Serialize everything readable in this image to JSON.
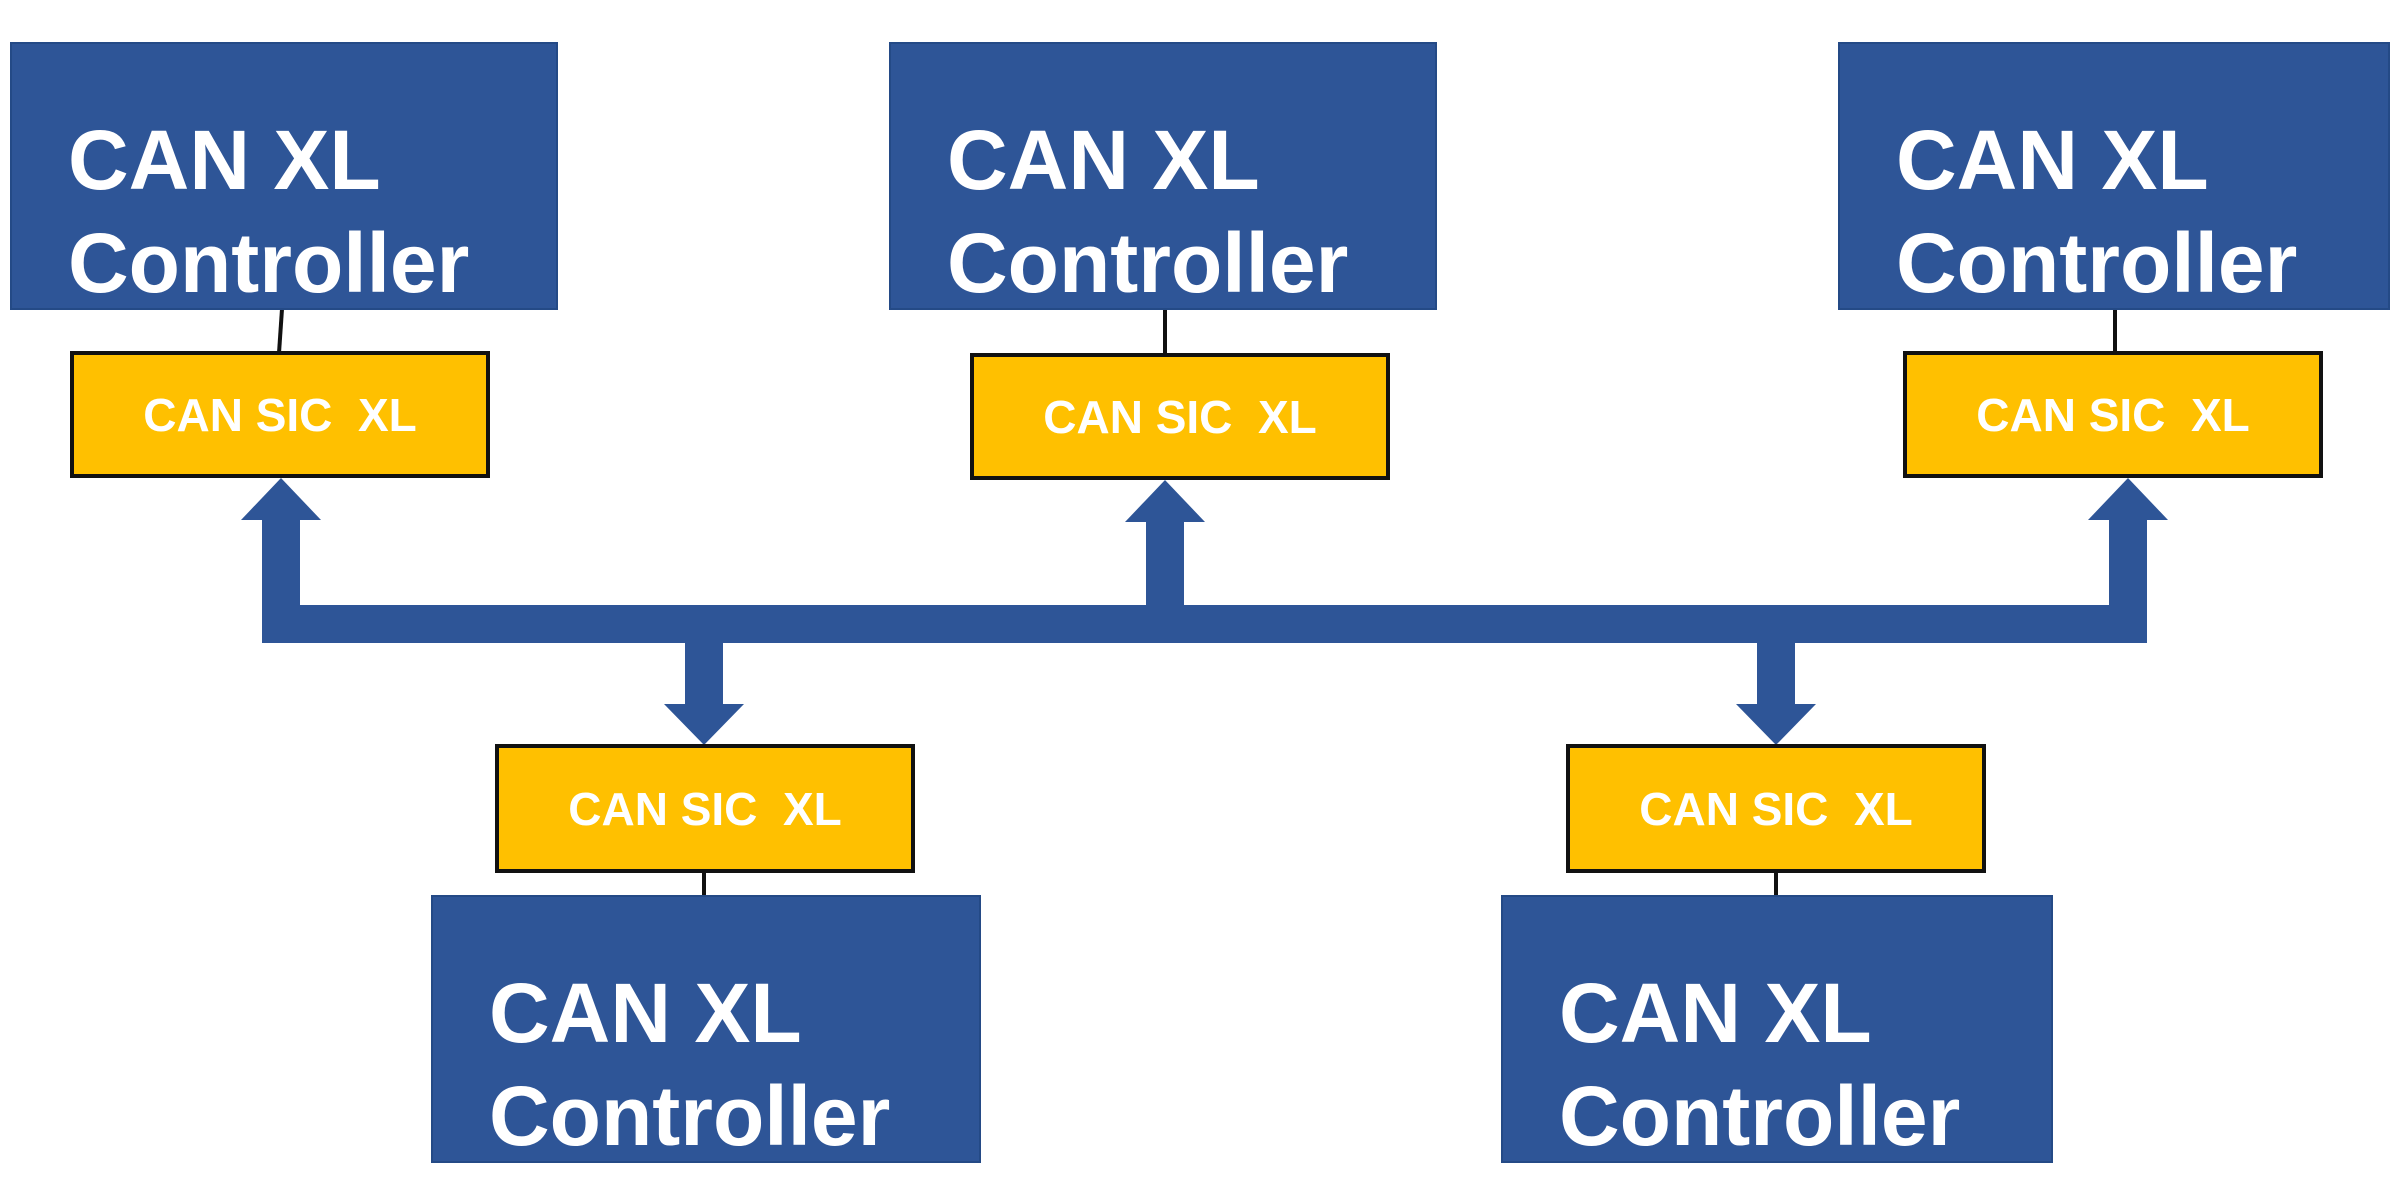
{
  "colors": {
    "controller_fill": "#2E5597",
    "transceiver_fill": "#FFC000",
    "bus": "#2E5597"
  },
  "nodes": [
    {
      "controller": {
        "line1": "CAN XL",
        "line2": "Controller"
      },
      "transceiver": "CAN SIC  XL"
    },
    {
      "controller": {
        "line1": "CAN XL",
        "line2": "Controller"
      },
      "transceiver": "CAN SIC  XL"
    },
    {
      "controller": {
        "line1": "CAN XL",
        "line2": "Controller"
      },
      "transceiver": "CAN SIC  XL"
    },
    {
      "controller": {
        "line1": "CAN XL",
        "line2": "Controller"
      },
      "transceiver": "CAN SIC  XL"
    },
    {
      "controller": {
        "line1": "CAN XL",
        "line2": "Controller"
      },
      "transceiver": "CAN SIC  XL"
    }
  ]
}
